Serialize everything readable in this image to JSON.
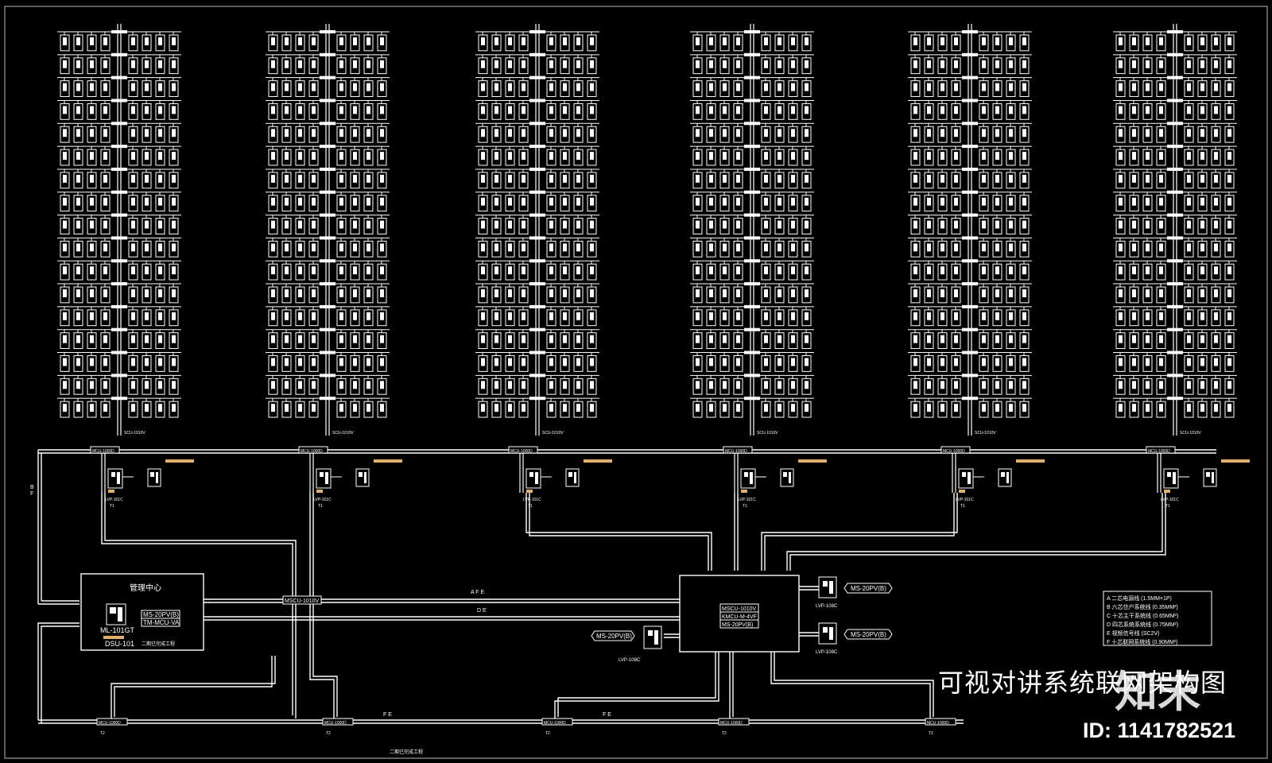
{
  "diagram": {
    "title": "可视对讲系统联网架构图",
    "management_center": {
      "label": "管理中心",
      "devices": [
        "MS-20PV(B)",
        "TM-MCU-VA"
      ],
      "unit": "ML-101GT",
      "unit2": "DSU-101",
      "note": "二期已完成工程"
    },
    "top_riser_label": "SCU-1010V",
    "bus_node_label": "MCU-1000D",
    "lobby_unit_label": "LVP-101C",
    "lobby_sub_label": "T1",
    "bottom_node_label": "T2",
    "central_switch": {
      "labels": [
        "MSCU-1010V",
        "KMCU-M-4VF",
        "MS-20PV(B)"
      ]
    },
    "left_hub_label": "MSCU-1010V",
    "gate_stations": [
      {
        "label": "LVP-108C",
        "device": "MS-20PV(B)"
      },
      {
        "label": "LVP-108C",
        "device": "MS-20PV(B)"
      },
      {
        "label": "LVP-108C",
        "device": "MS-20PV(B)"
      }
    ],
    "bottom_note": "二期已完成工程",
    "legend": [
      "A 二芯电源线  (1.5MM×1P)",
      "B 六芯住户系统线 (0.35MM²)",
      "C 十芯主干系统线 (0.65MM²)",
      "D 四芯系统系统线 (0.75MM²)",
      "E 视频信号线  (SC2V)",
      "F 十芯联网系统线 (0.90MM²)"
    ],
    "watermark_logo": "知末",
    "watermark_id": "ID: 1141782521"
  }
}
